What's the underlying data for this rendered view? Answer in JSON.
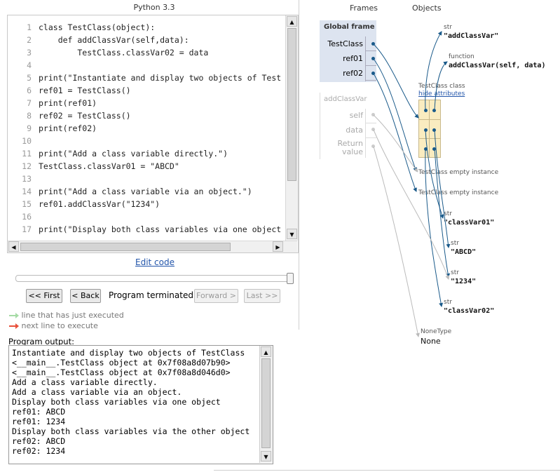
{
  "header": {
    "language": "Python 3.3",
    "frames_label": "Frames",
    "objects_label": "Objects"
  },
  "code": {
    "lines": [
      {
        "n": "1",
        "text": "class TestClass(object):"
      },
      {
        "n": "2",
        "text": "    def addClassVar(self,data):"
      },
      {
        "n": "3",
        "text": "        TestClass.classVar02 = data"
      },
      {
        "n": "4",
        "text": ""
      },
      {
        "n": "5",
        "text": "print(\"Instantiate and display two objects of Test"
      },
      {
        "n": "6",
        "text": "ref01 = TestClass()"
      },
      {
        "n": "7",
        "text": "print(ref01)"
      },
      {
        "n": "8",
        "text": "ref02 = TestClass()"
      },
      {
        "n": "9",
        "text": "print(ref02)"
      },
      {
        "n": "10",
        "text": ""
      },
      {
        "n": "11",
        "text": "print(\"Add a class variable directly.\")"
      },
      {
        "n": "12",
        "text": "TestClass.classVar01 = \"ABCD\""
      },
      {
        "n": "13",
        "text": ""
      },
      {
        "n": "14",
        "text": "print(\"Add a class variable via an object.\")"
      },
      {
        "n": "15",
        "text": "ref01.addClassVar(\"1234\")"
      },
      {
        "n": "16",
        "text": ""
      },
      {
        "n": "17",
        "text": "print(\"Display both class variables via one object"
      }
    ]
  },
  "controls": {
    "edit_code": "Edit code",
    "first": "<< First",
    "back": "< Back",
    "status": "Program terminated",
    "forward": "Forward >",
    "last": "Last >>"
  },
  "legend": {
    "just_executed": "line that has just executed",
    "next_line": "next line to execute",
    "just_executed_color": "#a6dba6",
    "next_line_color": "#e8503a"
  },
  "output": {
    "label": "Program output:",
    "lines": [
      "Instantiate and display two objects of TestClass",
      "<__main__.TestClass object at 0x7f08a8d07b90>",
      "<__main__.TestClass object at 0x7f08a8d046d0>",
      "Add a class variable directly.",
      "Add a class variable via an object.",
      "Display both class variables via one object",
      "ref01: ABCD",
      "ref01: 1234",
      "Display both class variables via the other object",
      "ref02: ABCD",
      "ref02: 1234"
    ]
  },
  "global_frame": {
    "title": "Global frame",
    "vars": [
      "TestClass",
      "ref01",
      "ref02"
    ]
  },
  "method_frame": {
    "title": "addClassVar",
    "vars": [
      "self",
      "data"
    ],
    "return_label_1": "Return",
    "return_label_2": "value"
  },
  "objects": {
    "str1": {
      "type": "str",
      "value": "\"addClassVar\""
    },
    "func": {
      "type": "function",
      "value": "addClassVar(self, data)"
    },
    "cls_type": "TestClass class",
    "cls_hide": "hide attributes",
    "inst1": "TestClass empty instance",
    "inst2": "TestClass empty instance",
    "str2": {
      "type": "str",
      "value": "\"classVar01\""
    },
    "str3": {
      "type": "str",
      "value": "\"ABCD\""
    },
    "str4": {
      "type": "str",
      "value": "\"1234\""
    },
    "str5": {
      "type": "str",
      "value": "\"classVar02\""
    },
    "none": {
      "type": "NoneType",
      "value": "None"
    }
  },
  "colors": {
    "pointer": "#1a5a8a",
    "frame_bg": "#dde4f0",
    "class_bg": "#faecc0"
  }
}
